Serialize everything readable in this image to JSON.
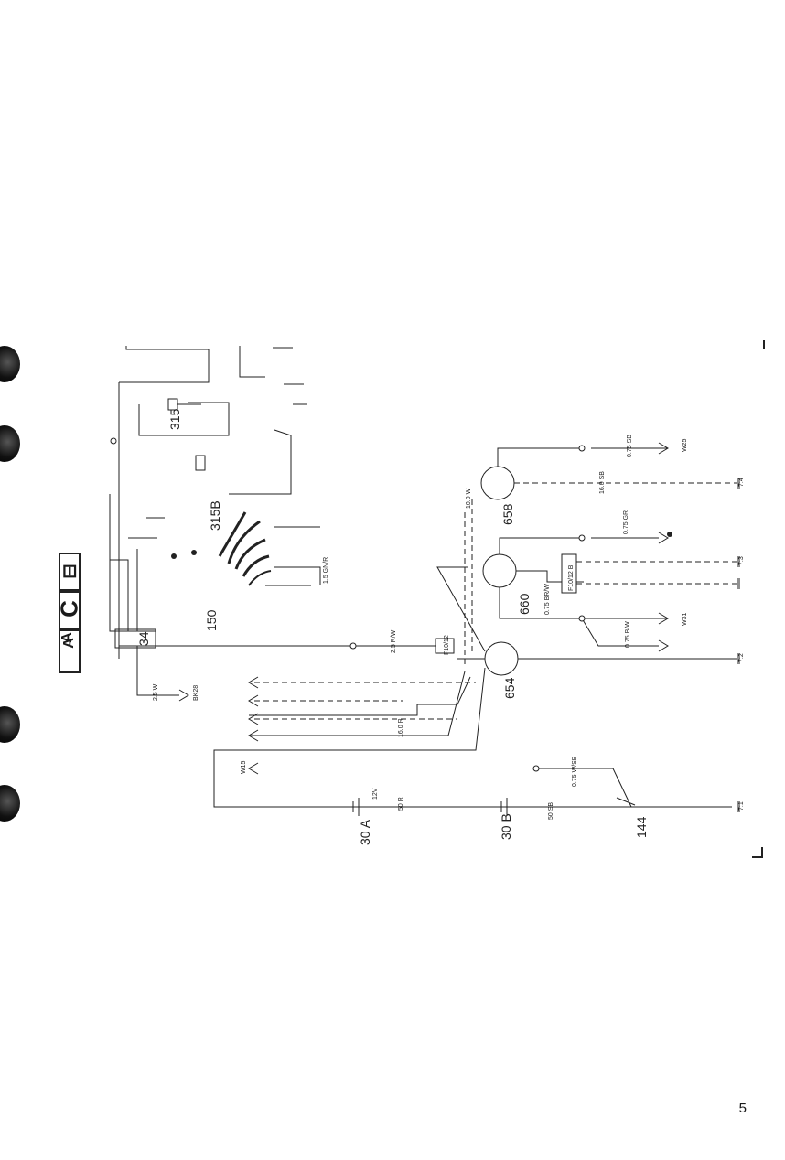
{
  "page": {
    "number": "5"
  },
  "header_icons": [
    {
      "name": "a-icon",
      "glyph": "A"
    },
    {
      "name": "a-icon-2",
      "glyph": "A"
    },
    {
      "name": "c-icon",
      "glyph": "C"
    },
    {
      "name": "battery-icon",
      "glyph": "⊟"
    }
  ],
  "components": {
    "c654": "654",
    "c660": "660",
    "c658": "658",
    "c150": "150",
    "c315b": "315B",
    "c315": "315",
    "c34": "34",
    "c144": "144",
    "c30a": "30 A",
    "c30b": "30 B",
    "fuse_f10_12": "F10/12",
    "fuse_f10_12_b": "F10/12 B"
  },
  "wire_labels": {
    "w1": "0.75 GR",
    "w2": "0.75 SB",
    "w3": "0.75 BR/W",
    "w4": "0.75 B/W",
    "w5": "2.5 R/W",
    "w6": "50 R",
    "w7": "16.0 R",
    "w8": "50 SB",
    "w9": "0.75 W/SB",
    "w10": "2.5 W",
    "w11": "1.5 GN/R",
    "w12": "16.0 SB",
    "w13": "10.0 W",
    "w14": "12V"
  },
  "terminals": {
    "t1": "7:2",
    "t2": "7:3",
    "t3": "7:1",
    "t4": "7:4",
    "t5": "W31",
    "t6": "W25",
    "t7": "BK28",
    "t8": "W15"
  }
}
